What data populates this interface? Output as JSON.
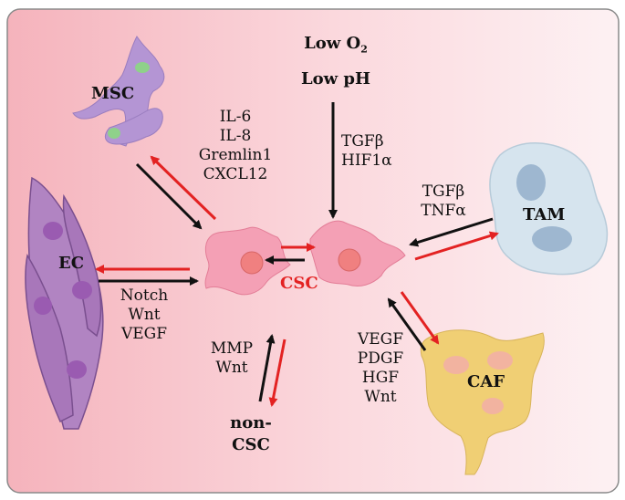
{
  "env": {
    "line1": "Low O",
    "line1_sub": "2",
    "line2": "Low pH"
  },
  "cells": {
    "msc": "MSC",
    "ec": "EC",
    "csc": "CSC",
    "tam": "TAM",
    "caf": "CAF",
    "noncsc_line1": "non-",
    "noncsc_line2": "CSC"
  },
  "factors": {
    "msc": [
      "IL-6",
      "IL-8",
      "Gremlin1",
      "CXCL12"
    ],
    "env": [
      "TGFβ",
      "HIF1α"
    ],
    "tam": [
      "TGFβ",
      "TNFα"
    ],
    "ec": [
      "Notch",
      "Wnt",
      "VEGF"
    ],
    "noncsc": [
      "MMP",
      "Wnt"
    ],
    "caf": [
      "VEGF",
      "PDGF",
      "HGF",
      "Wnt"
    ]
  },
  "colors": {
    "red_arrow": "#e32222",
    "black_arrow": "#111111",
    "csc_cell": "#f4a0b5",
    "csc_nucleus": "#f08080",
    "msc_cell": "#b495d4",
    "msc_nucleus": "#8fd18a",
    "ec_cell": "#b184c2",
    "ec_nucleus": "#9a5bb1",
    "tam_cell": "#d6e4ee",
    "tam_nucleus": "#9eb7d0",
    "caf_cell": "#f0cf74",
    "caf_nucleus": "#f2b3a0",
    "bg_left": "#f5b3bc",
    "bg_right": "#fdf0f2",
    "frame": "#7a7a7a"
  }
}
